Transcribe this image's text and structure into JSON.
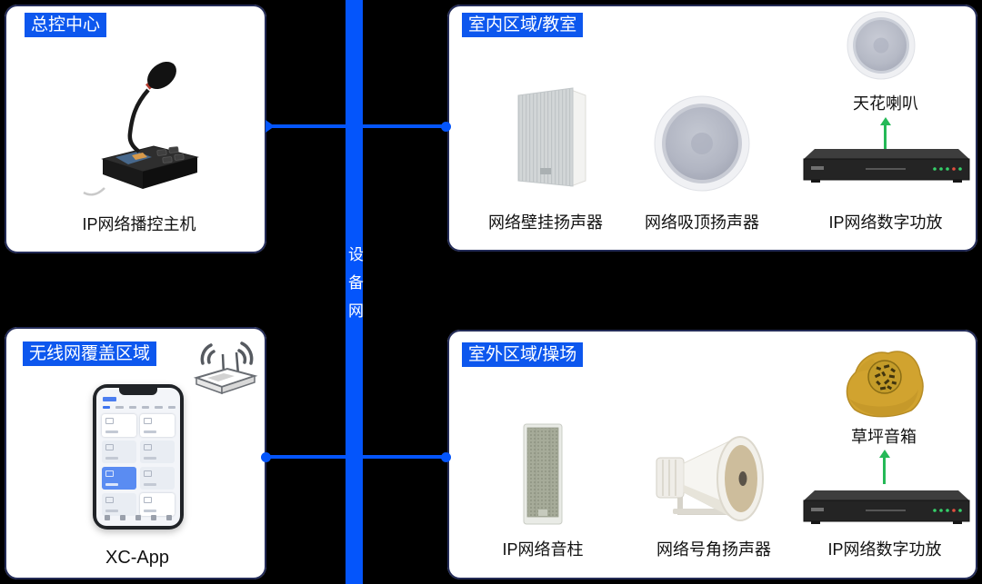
{
  "colors": {
    "background": "#000000",
    "panel": "#ffffff",
    "panel_border": "#232b57",
    "accent_blue": "#0d57ee",
    "bar_blue": "#0455fb",
    "arrow_green": "#25b957",
    "label_text": "#111111"
  },
  "device_network_bar": {
    "label": "设备网"
  },
  "panels": {
    "control_center": {
      "title": "总控中心",
      "device_icon": "gooseneck-microphone-console",
      "device_label": "IP网络播控主机"
    },
    "indoor": {
      "title": "室内区域/教室",
      "wall_speaker_icon": "wall-mount-speaker",
      "wall_speaker_label": "网络壁挂扬声器",
      "ceiling_speaker_icon": "ceiling-speaker",
      "ceiling_speaker_label": "网络吸顶扬声器",
      "ceiling_horn_icon": "ceiling-horn-speaker",
      "ceiling_horn_label": "天花喇叭",
      "amplifier_icon": "rack-amplifier",
      "amplifier_label": "IP网络数字功放"
    },
    "wireless": {
      "title": "无线网覆盖区域",
      "router_icon": "wifi-router",
      "phone_icon": "smartphone-app",
      "app_label": "XC-App"
    },
    "outdoor": {
      "title": "室外区域/操场",
      "column_speaker_icon": "column-speaker",
      "column_speaker_label": "IP网络音柱",
      "horn_speaker_icon": "horn-speaker",
      "horn_speaker_label": "网络号角扬声器",
      "lawn_speaker_icon": "rock-lawn-speaker",
      "lawn_speaker_label": "草坪音箱",
      "amplifier_icon": "rack-amplifier",
      "amplifier_label": "IP网络数字功放"
    }
  }
}
